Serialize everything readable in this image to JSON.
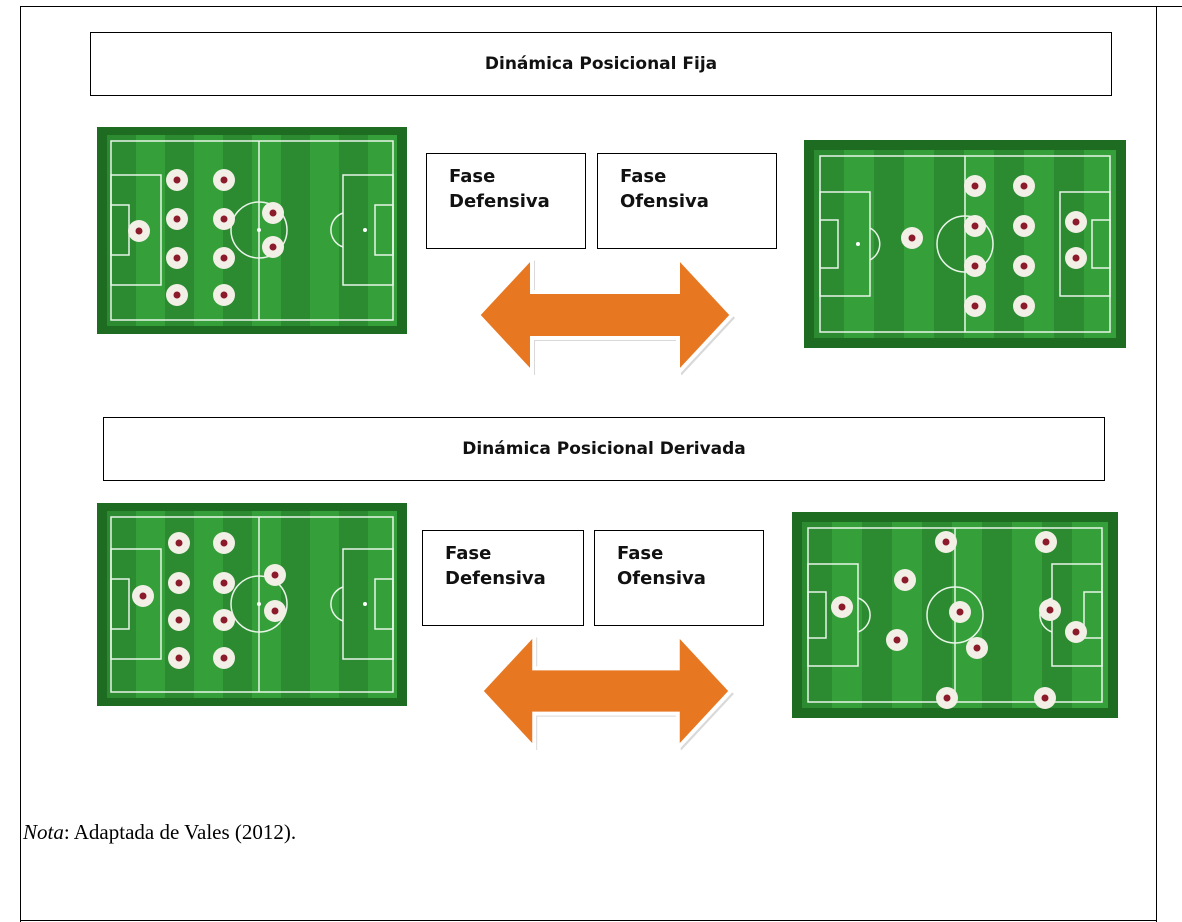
{
  "diagram": {
    "sections": [
      {
        "title": "Dinámica Posicional Fija",
        "phase_defensive": [
          "Fase",
          "Defensiva"
        ],
        "phase_offensive": [
          "Fase",
          "Ofensiva"
        ]
      },
      {
        "title": "Dinámica Posicional Derivada",
        "phase_defensive": [
          "Fase",
          "Defensiva"
        ],
        "phase_offensive": [
          "Fase",
          "Ofensiva"
        ]
      }
    ],
    "arrow_color": "#e87722",
    "pitch_color": "#2f8f2f",
    "player_marker_color": "#8b1a2b"
  },
  "note": {
    "label": "Nota",
    "text": ": Adaptada de Vales (2012)."
  }
}
